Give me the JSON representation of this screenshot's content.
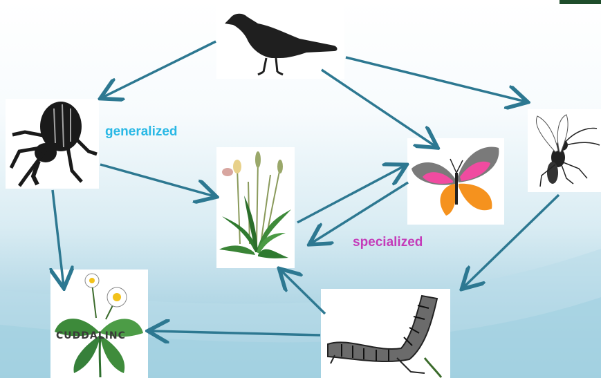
{
  "labels": {
    "generalized": "generalized",
    "specialized": "specialized"
  },
  "colors": {
    "generalized": "#29b8e5",
    "specialized": "#c43bb9",
    "arrow": "#2d7891"
  },
  "nodes": [
    {
      "id": "bird",
      "icon": "bird-icon"
    },
    {
      "id": "beetle",
      "icon": "beetle-icon"
    },
    {
      "id": "plant",
      "icon": "plantain-plant-icon"
    },
    {
      "id": "butterfly",
      "icon": "butterfly-icon"
    },
    {
      "id": "wasp",
      "icon": "wasp-icon"
    },
    {
      "id": "daisy",
      "icon": "daisy-plant-icon"
    },
    {
      "id": "caterpillar",
      "icon": "caterpillar-icon"
    }
  ],
  "edges": [
    {
      "from": "bird",
      "to": "beetle"
    },
    {
      "from": "bird",
      "to": "butterfly"
    },
    {
      "from": "bird",
      "to": "wasp"
    },
    {
      "from": "beetle",
      "to": "plant"
    },
    {
      "from": "beetle",
      "to": "daisy"
    },
    {
      "from": "plant",
      "to": "butterfly"
    },
    {
      "from": "butterfly",
      "to": "plant"
    },
    {
      "from": "wasp",
      "to": "caterpillar"
    },
    {
      "from": "caterpillar",
      "to": "plant"
    },
    {
      "from": "caterpillar",
      "to": "daisy"
    }
  ],
  "daisy_stamp_text": "CUDDALINC"
}
